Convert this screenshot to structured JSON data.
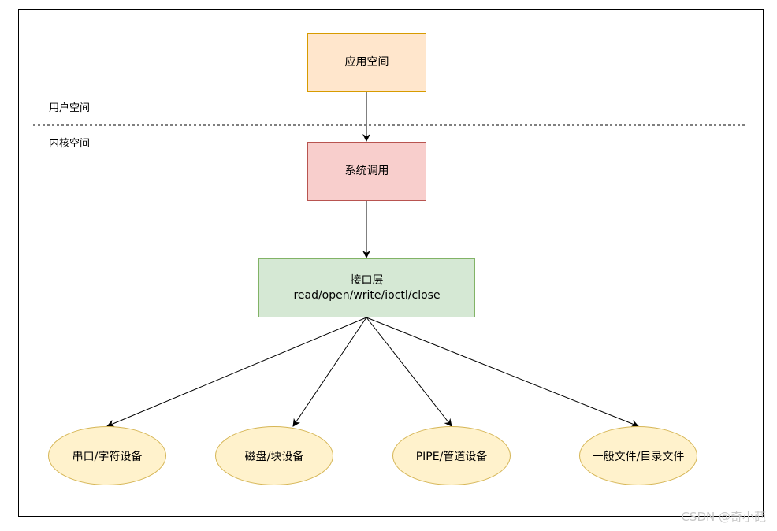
{
  "regions": {
    "user_space_label": "用户空间",
    "kernel_space_label": "内核空间"
  },
  "nodes": {
    "app_space": "应用空间",
    "syscall": "系统调用",
    "interface_title": "接口层",
    "interface_ops": "read/open/write/ioctl/close",
    "devices": [
      "串口/字符设备",
      "磁盘/块设备",
      "PIPE/管道设备",
      "一般文件/目录文件"
    ]
  },
  "edges": [
    {
      "from": "应用空间",
      "to": "系统调用"
    },
    {
      "from": "系统调用",
      "to": "接口层"
    },
    {
      "from": "接口层",
      "to": "串口/字符设备"
    },
    {
      "from": "接口层",
      "to": "磁盘/块设备"
    },
    {
      "from": "接口层",
      "to": "PIPE/管道设备"
    },
    {
      "from": "接口层",
      "to": "一般文件/目录文件"
    }
  ],
  "colors": {
    "app_fill": "#ffe6cc",
    "app_stroke": "#d79b00",
    "syscall_fill": "#f8cecc",
    "syscall_stroke": "#b85450",
    "interface_fill": "#d5e8d4",
    "interface_stroke": "#82b366",
    "device_fill": "#fff2cc",
    "device_stroke": "#d6b656"
  },
  "watermark": "CSDN @奇小葩"
}
